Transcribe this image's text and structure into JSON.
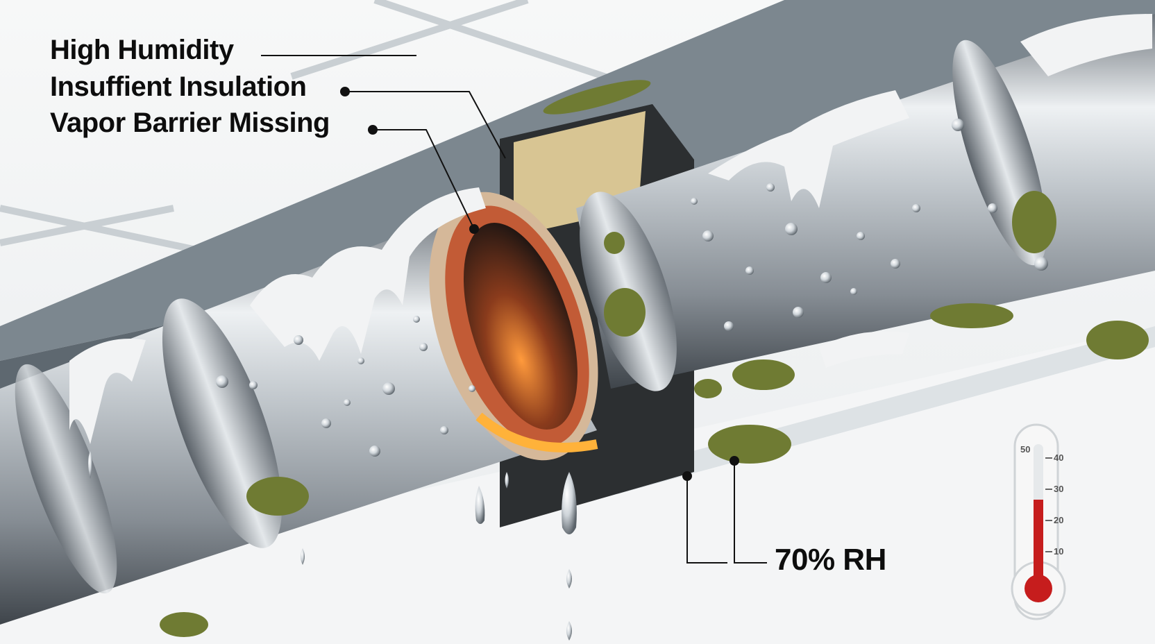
{
  "callouts": {
    "humidity": "High Humidity",
    "insulation": "Insuffient Insulation",
    "vapor_barrier": "Vapor Barrier Missing",
    "relative_humidity": "70% RH"
  },
  "thermometer": {
    "ticks": [
      "50",
      "40",
      "30",
      "20",
      "10"
    ],
    "level": 0.6,
    "fill_color": "#c61d1d"
  },
  "colors": {
    "pipe": "#b8bec4",
    "mold": "#6f7b33",
    "frost": "#f0f2f3",
    "insulation_core": "#e86a24"
  }
}
